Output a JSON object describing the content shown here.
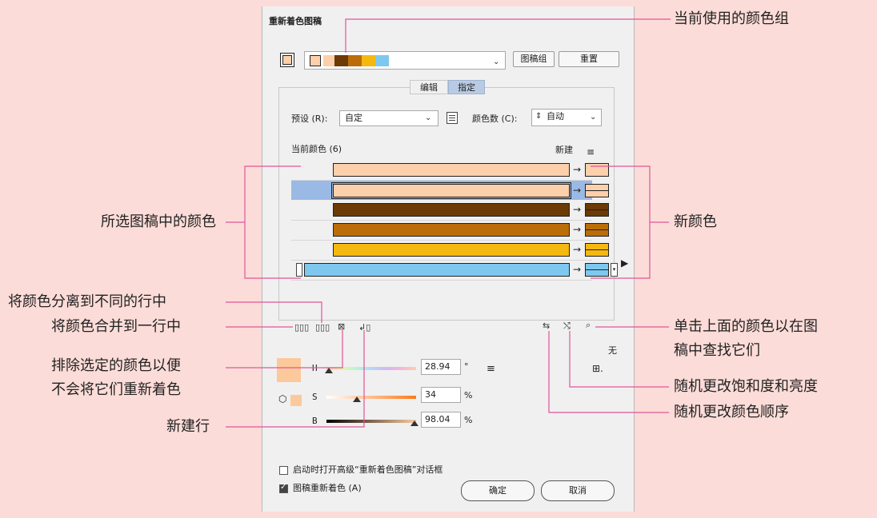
{
  "dialog": {
    "title": "重新着色图稿",
    "buttons": {
      "artwork_group": "图稿组",
      "reset": "重置",
      "ok": "确定",
      "cancel": "取消"
    },
    "tabs": [
      {
        "label": "编辑",
        "active": false
      },
      {
        "label": "指定",
        "active": true
      }
    ],
    "preset": {
      "label": "预设 (R):",
      "value": "自定"
    },
    "color_count": {
      "label": "颜色数 (C):",
      "value": "自动"
    },
    "current_colors_header": "当前颜色 (6)",
    "new_header": "新建",
    "color_strip": [
      "#fcd0ab",
      "#6b3a05",
      "#bb6d08",
      "#f5b811",
      "#7ec8f0"
    ],
    "rows": [
      {
        "current": "#fcd0ab",
        "new": "#fcd0ab",
        "selected": false
      },
      {
        "current": "#fcd0ab",
        "new": "#fcd0ab",
        "selected": true
      },
      {
        "current": "#6b3a05",
        "new": "#6b3a05",
        "selected": false
      },
      {
        "current": "#bb6d08",
        "new": "#bb6d08",
        "selected": false
      },
      {
        "current": "#f5b811",
        "new": "#f5b811",
        "selected": false
      },
      {
        "current": "#7ec8f0",
        "new": "#7ec8f0",
        "selected": false
      }
    ],
    "none_label": "无",
    "sliders": {
      "h": {
        "label": "H",
        "value": "28.94",
        "unit": "°",
        "fraction": 0.03
      },
      "s": {
        "label": "S",
        "value": "34",
        "unit": "%",
        "fraction": 0.34
      },
      "b": {
        "label": "B",
        "value": "98.04",
        "unit": "%",
        "fraction": 0.98
      }
    },
    "active_swatch": "#fcc99c",
    "checkboxes": {
      "open_advanced": {
        "label": "启动时打开高级“重新着色图稿”对话框",
        "checked": false
      },
      "recolor_art": {
        "label": "图稿重新着色 (A)",
        "checked": true
      }
    }
  },
  "annotations": {
    "current_color_group": "当前使用的颜色组",
    "colors_in_selected_art": "所选图稿中的颜色",
    "new_colors": "新颜色",
    "separate_colors": "将颜色分离到不同的行中",
    "merge_colors": "将颜色合并到一行中",
    "exclude_colors_line1": "排除选定的颜色以便",
    "exclude_colors_line2": "不会将它们重新着色",
    "new_row": "新建行",
    "find_in_art_line1": "单击上面的颜色以在图",
    "find_in_art_line2": "稿中查找它们",
    "randomize_saturation": "随机更改饱和度和亮度",
    "randomize_order": "随机更改颜色顺序"
  },
  "colors": {
    "background": "#fcdcd8",
    "leader_line": "#e0559a",
    "tab_active": "#b9cbe2",
    "row_selected": "#9ab9e4"
  }
}
